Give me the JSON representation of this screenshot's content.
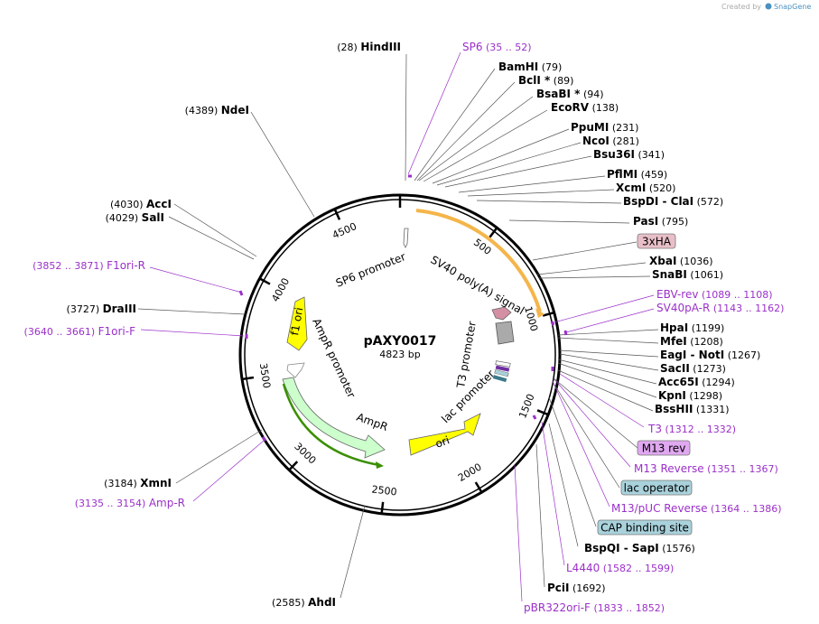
{
  "plasmid": {
    "name": "pAXY0017",
    "size_label": "4823 bp",
    "length": 4823
  },
  "credit": {
    "text": "Created by",
    "brand": "SnapGene"
  },
  "ticks": [
    "500",
    "1000",
    "1500",
    "2000",
    "2500",
    "3000",
    "3500",
    "4000",
    "4500"
  ],
  "enzymes": [
    {
      "name": "HindIII",
      "pos": "(28)"
    },
    {
      "name": "BamHI",
      "pos": "(79)"
    },
    {
      "name": "BclI *",
      "pos": "(89)"
    },
    {
      "name": "BsaBI *",
      "pos": "(94)"
    },
    {
      "name": "EcoRV",
      "pos": "(138)"
    },
    {
      "name": "PpuMI",
      "pos": "(231)"
    },
    {
      "name": "NcoI",
      "pos": "(281)"
    },
    {
      "name": "Bsu36I",
      "pos": "(341)"
    },
    {
      "name": "PflMI",
      "pos": "(459)"
    },
    {
      "name": "XcmI",
      "pos": "(520)"
    },
    {
      "name": "BspDI",
      "sep": "-",
      "name2": "ClaI",
      "pos": "(572)"
    },
    {
      "name": "PasI",
      "pos": "(795)"
    },
    {
      "name": "XbaI",
      "pos": "(1036)"
    },
    {
      "name": "SnaBI",
      "pos": "(1061)"
    },
    {
      "name": "HpaI",
      "pos": "(1199)"
    },
    {
      "name": "MfeI",
      "pos": "(1208)"
    },
    {
      "name": "EagI",
      "sep": "-",
      "name2": "NotI",
      "pos": "(1267)"
    },
    {
      "name": "SacII",
      "pos": "(1273)"
    },
    {
      "name": "Acc65I",
      "pos": "(1294)"
    },
    {
      "name": "KpnI",
      "pos": "(1298)"
    },
    {
      "name": "BssHII",
      "pos": "(1331)"
    },
    {
      "name": "BspQI",
      "sep": "-",
      "name2": "SapI",
      "pos": "(1576)"
    },
    {
      "name": "PciI",
      "pos": "(1692)"
    },
    {
      "name": "AhdI",
      "pos": "(2585)"
    },
    {
      "name": "XmnI",
      "pos": "(3184)"
    },
    {
      "name": "DraIII",
      "pos": "(3727)"
    },
    {
      "name": "SalI",
      "pos": "(4029)"
    },
    {
      "name": "AccI",
      "pos": "(4030)"
    },
    {
      "name": "NdeI",
      "pos": "(4389)"
    }
  ],
  "primers": [
    {
      "name": "SP6",
      "pos": "(35 .. 52)"
    },
    {
      "name": "EBV-rev",
      "pos": "(1089 .. 1108)"
    },
    {
      "name": "SV40pA-R",
      "pos": "(1143 .. 1162)"
    },
    {
      "name": "T3",
      "pos": "(1312 .. 1332)"
    },
    {
      "name": "M13 Reverse",
      "pos": "(1351 .. 1367)"
    },
    {
      "name": "M13/pUC Reverse",
      "pos": "(1364 .. 1386)"
    },
    {
      "name": "L4440",
      "pos": "(1582 .. 1599)"
    },
    {
      "name": "pBR322ori-F",
      "pos": "(1833 .. 1852)"
    },
    {
      "name": "Amp-R",
      "pos": "(3135 .. 3154)"
    },
    {
      "name": "F1ori-F",
      "pos": "(3640 .. 3661)"
    },
    {
      "name": "F1ori-R",
      "pos": "(3852 .. 3871)"
    }
  ],
  "boxed": [
    {
      "text": "3xHA",
      "fill": "#e8bfc8"
    },
    {
      "text": "M13 rev",
      "fill": "#e0a8f0"
    },
    {
      "text": "lac operator",
      "fill": "#a9d2dc"
    },
    {
      "text": "CAP binding site",
      "fill": "#a9d2dc"
    }
  ],
  "features": {
    "sp6_promoter": "SP6 promoter",
    "sv40": "SV40 poly(A) signal",
    "f1ori": "f1 ori",
    "ampr_promoter": "AmpR promoter",
    "ampr": "AmpR",
    "t3_promoter": "T3 promoter",
    "lac_promoter": "lac promoter",
    "ori": "ori"
  },
  "colors": {
    "enzyme": "#000000",
    "primer": "#9b30c9",
    "backbone": "#000000",
    "sv40_feature": "#f5b54a",
    "f1ori_feature": "#ffff00",
    "ampr_feature": "#ccffcc",
    "ampr_strand": "#3a8f00",
    "ori_feature": "#ffff00",
    "brand": "#4a90c0"
  }
}
